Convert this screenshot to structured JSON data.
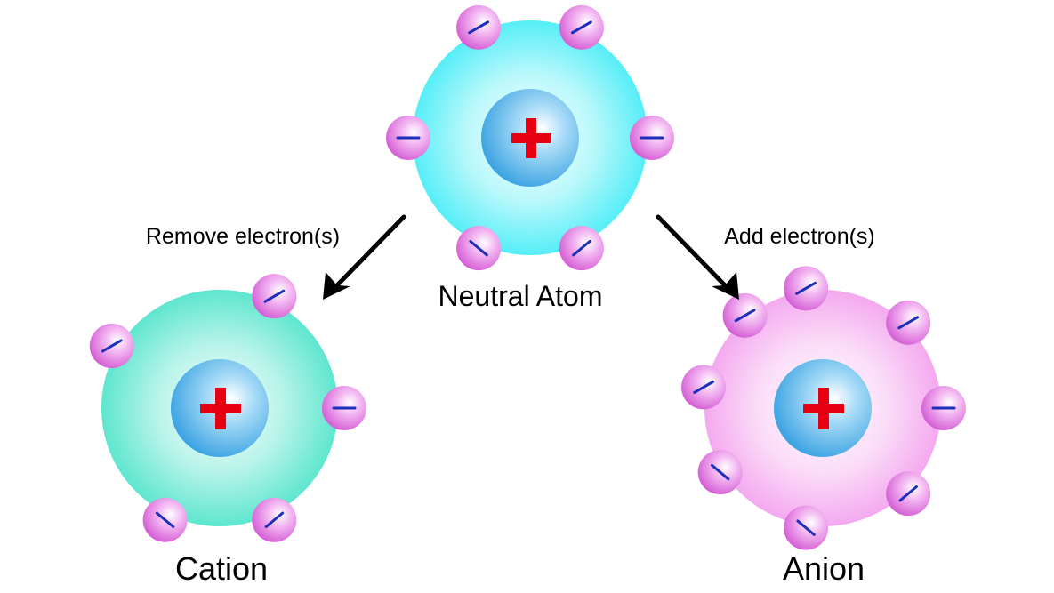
{
  "labels": {
    "remove": "Remove electron(s)",
    "add": "Add electron(s)",
    "neutral": "Neutral Atom",
    "cation": "Cation",
    "anion": "Anion"
  },
  "symbols": {
    "proton": "+",
    "electron": "−"
  },
  "atoms": {
    "neutral": {
      "electron_count": 6,
      "nucleus_charge": "+"
    },
    "cation": {
      "electron_count": 5,
      "nucleus_charge": "+"
    },
    "anion": {
      "electron_count": 8,
      "nucleus_charge": "+"
    }
  },
  "colors": {
    "neutral_cloud": "#55eef7",
    "cation_cloud": "#5ee6cf",
    "anion_cloud": "#f4a9ef",
    "nucleus": "#49aee8",
    "proton_sign": "#e60012",
    "electron_ball": "#e77fe6",
    "electron_sign": "#1c2fb8",
    "arrow": "#000000"
  }
}
